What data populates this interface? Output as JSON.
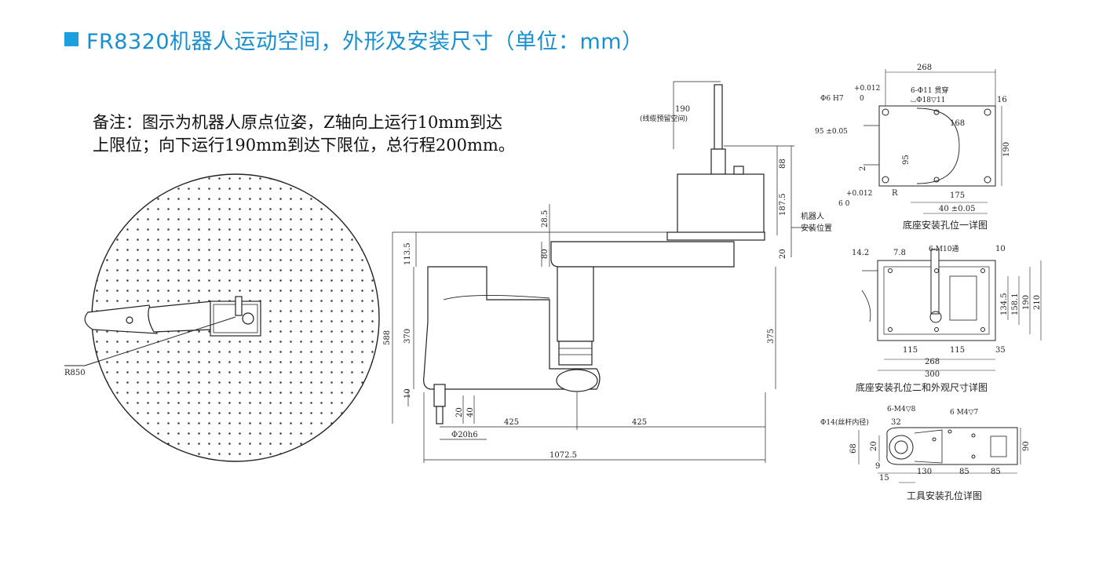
{
  "title": "FR8320机器人运动空间，外形及安装尺寸（单位：mm）",
  "note": {
    "line1": "备注：图示为机器人原点位姿，Z轴向上运行10mm到达",
    "line2": "上限位；向下运行190mm到达下限位，总行程200mm。"
  },
  "workspace": {
    "radius_label": "R850"
  },
  "side_view": {
    "dims": [
      "190",
      "(线缆预留空间)",
      "88",
      "187.5",
      "机器人",
      "安装位置",
      "28.5",
      "113.5",
      "80",
      "20",
      "588",
      "370",
      "375",
      "10",
      "20",
      "40",
      "425",
      "425",
      "Φ20h6",
      "1072.5"
    ]
  },
  "base_detail_1": {
    "caption": "底座安装孔位一详图",
    "dims": [
      "268",
      "6-Φ11 贯穿",
      "⌴Φ18▽11",
      "16",
      "Φ6 H7",
      "+0.012",
      "0",
      "168",
      "95 ±0.05",
      "190",
      "95",
      "2",
      "+0.012",
      "6  0",
      "R",
      "175",
      "40 ±0.05"
    ]
  },
  "base_detail_2": {
    "caption": "底座安装孔位二和外观尺寸详图",
    "dims": [
      "14.2",
      "7.8",
      "6-M10通",
      "10",
      "134.5",
      "158.1",
      "190",
      "210",
      "115",
      "115",
      "35",
      "268",
      "300"
    ]
  },
  "tool_detail": {
    "caption": "工具安装孔位详图",
    "dims": [
      "6-M4▽8",
      "6 M4▽7",
      "Φ14(丝杆内径)",
      "32",
      "68",
      "20",
      "90",
      "9",
      "15",
      "130",
      "85",
      "85"
    ]
  },
  "colors": {
    "accent": "#1aa0dc",
    "title": "#1a8fd0",
    "line": "#333333",
    "dots": "#333333"
  }
}
